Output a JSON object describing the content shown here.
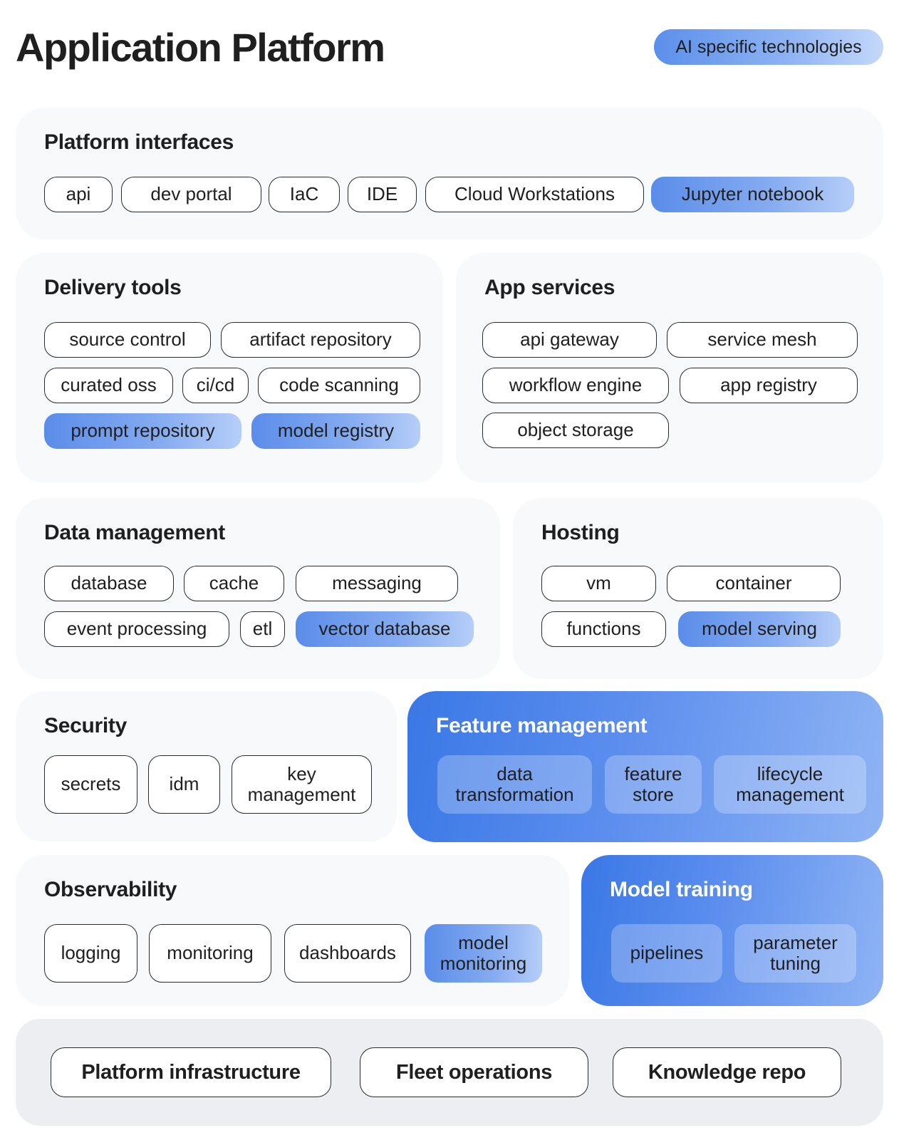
{
  "title": "Application Platform",
  "legend": "AI specific technologies",
  "colors": {
    "ai_accent": "#3a78e6",
    "ai_light": "#b6cef8",
    "section_bg": "#f8f9fb",
    "base_bg": "#eceef2"
  },
  "platform_interfaces": {
    "title": "Platform interfaces",
    "items": [
      "api",
      "dev portal",
      "IaC",
      "IDE",
      "Cloud Workstations",
      "Jupyter notebook"
    ]
  },
  "delivery_tools": {
    "title": "Delivery tools",
    "items": [
      "source control",
      "artifact repository",
      "curated oss",
      "ci/cd",
      "code scanning",
      "prompt repository",
      "model registry"
    ]
  },
  "app_services": {
    "title": "App services",
    "items": [
      "api gateway",
      "service mesh",
      "workflow engine",
      "app registry",
      "object storage"
    ]
  },
  "data_management": {
    "title": "Data management",
    "items": [
      "database",
      "cache",
      "messaging",
      "event processing",
      "etl",
      "vector database"
    ]
  },
  "hosting": {
    "title": "Hosting",
    "items": [
      "vm",
      "container",
      "functions",
      "model serving"
    ]
  },
  "security": {
    "title": "Security",
    "items": [
      "secrets",
      "idm",
      "key management"
    ]
  },
  "feature_management": {
    "title": "Feature management",
    "items": [
      "data transformation",
      "feature store",
      "lifecycle management"
    ]
  },
  "observability": {
    "title": "Observability",
    "items": [
      "logging",
      "monitoring",
      "dashboards",
      "model monitoring"
    ]
  },
  "model_training": {
    "title": "Model training",
    "items": [
      "pipelines",
      "parameter tuning"
    ]
  },
  "foundation": {
    "items": [
      "Platform infrastructure",
      "Fleet operations",
      "Knowledge repo"
    ]
  }
}
